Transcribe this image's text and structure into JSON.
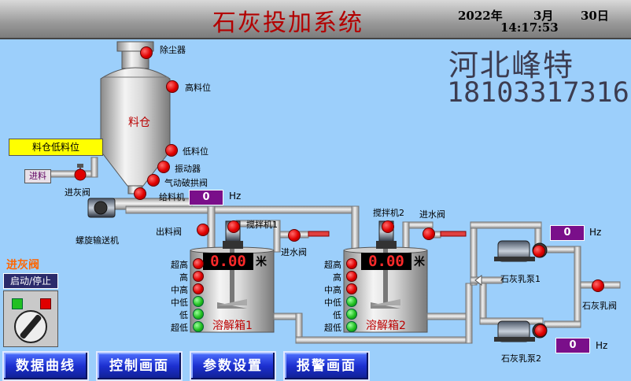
{
  "header": {
    "title": "石灰投加系统",
    "year": "2022年",
    "month": "3月",
    "day": "30日",
    "time": "14:17:53"
  },
  "watermark": {
    "company": "河北峰特",
    "phone": "18103317316"
  },
  "silo": {
    "body_label": "料仓",
    "dust_collector": "除尘器",
    "high_level": "高料位",
    "low_level": "低料位",
    "vibrator": "振动器",
    "arch_breaker": "气动破拱阀",
    "low_level_alarm": "料仓低料位",
    "feed_inlet": "进料",
    "inlet_valve": "进灰阀",
    "feeder_label": "给料机",
    "feeder_hz": "0",
    "hz_unit": "Hz",
    "screw_conveyor": "螺旋输送机"
  },
  "tank1": {
    "outlet_valve": "出料阀",
    "mixer": "搅拌机1",
    "water_valve": "进水阀",
    "level_value": "0.00",
    "level_unit": "米",
    "name": "溶解箱1",
    "levels": [
      "超高",
      "高",
      "中高",
      "中低",
      "低",
      "超低"
    ]
  },
  "tank2": {
    "mixer": "搅拌机2",
    "water_valve": "进水阀",
    "level_value": "0.00",
    "level_unit": "米",
    "name": "溶解箱2",
    "levels": [
      "超高",
      "高",
      "中高",
      "中低",
      "低",
      "超低"
    ]
  },
  "pumps": {
    "pump1_label": "石灰乳泵1",
    "pump1_hz": "0",
    "pump2_label": "石灰乳泵2",
    "pump2_hz": "0",
    "outlet_valve": "石灰乳阀",
    "hz_unit": "Hz"
  },
  "control_panel": {
    "title": "进灰阀",
    "switch_label": "启动/停止"
  },
  "nav": {
    "btn1": "数据曲线",
    "btn2": "控制画面",
    "btn3": "参数设置",
    "btn4": "报警画面"
  },
  "colors": {
    "background": "#9ccffb",
    "title_red": "#b30000",
    "hz_purple": "#7a0f8a",
    "nav_blue": "#1c2fd0",
    "alarm_red": "#e00000",
    "ok_green": "#22c022"
  }
}
